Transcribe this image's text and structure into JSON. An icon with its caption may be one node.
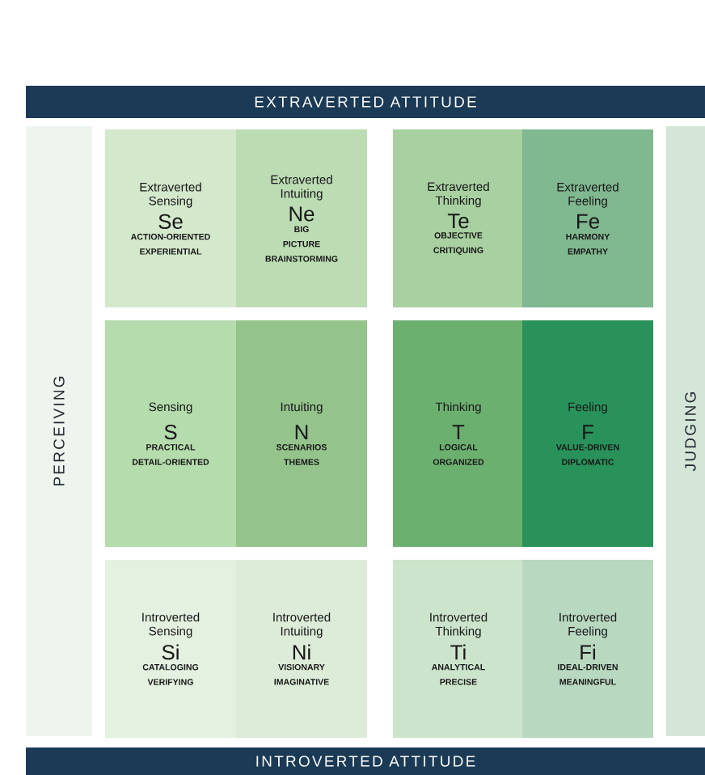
{
  "diagram": {
    "nodes": [
      {
        "text": [
          "EXTRAVERTED ATTITUDE"
        ]
      },
      {
        "text": [
          "PERCEIVING"
        ]
      },
      {
        "text": [
          "JUDGING"
        ]
      },
      {
        "text": [
          "Extraverted Sensing",
          "Se",
          "ACTION-ORIENTED EXPERIENTIAL"
        ]
      },
      {
        "text": [
          "Extraverted Intuiting",
          "Ne",
          "BIG PICTURE BRAINSTORMING"
        ]
      },
      {
        "text": [
          "Extraverted Thinking",
          "Te",
          "OBJECTIVE CRITIQUING"
        ]
      },
      {
        "text": [
          "Extraverted Feeling",
          "Fe",
          "HARMONY EMPATHY"
        ]
      },
      {
        "text": [
          "Sensing",
          "S",
          "PRACTICAL DETAIL-ORIENTED"
        ]
      },
      {
        "text": [
          "Intuiting",
          "N",
          "SCENARIOS THEMES"
        ]
      },
      {
        "text": [
          "Thinking",
          "T",
          "LOGICAL ORGANIZED"
        ]
      },
      {
        "text": [
          "Feeling",
          "F",
          "VALUE-DRIVEN DIPLOMATIC"
        ]
      },
      {
        "text": [
          "Introverted Sensing",
          "Si",
          "CATALOGING VERIFYING"
        ]
      },
      {
        "text": [
          "Introverted Intuiting",
          "Ni",
          "VISIONARY IMAGINATIVE"
        ]
      },
      {
        "text": [
          "Introverted Thinking",
          "Ti",
          "ANALYTICAL PRECISE"
        ]
      },
      {
        "text": [
          "Introverted Feeling",
          "Fi",
          "IDEAL-DRIVEN MEANINGFUL"
        ]
      },
      {
        "text": [
          "INTROVERTED ATTITUDE"
        ]
      }
    ]
  }
}
